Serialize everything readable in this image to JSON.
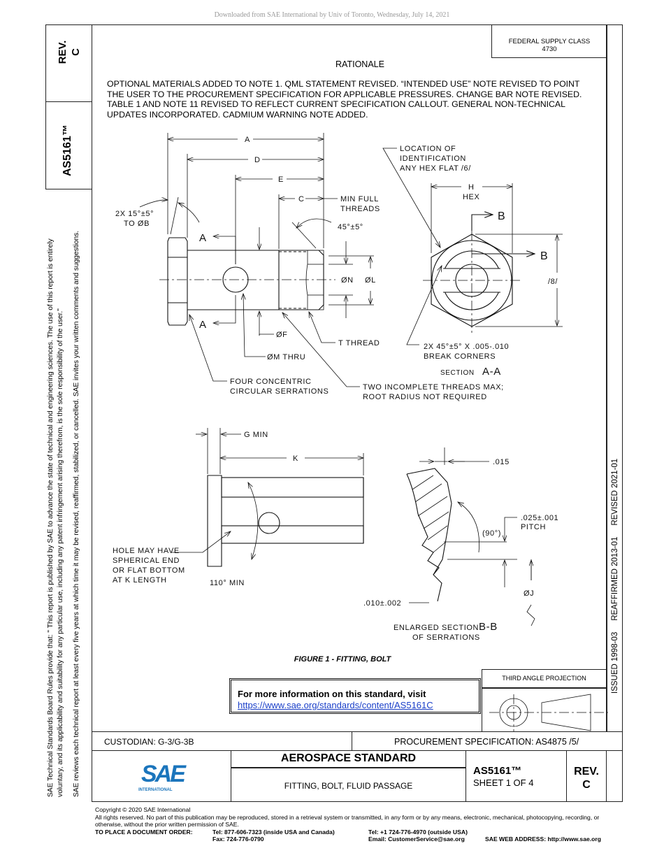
{
  "download_notice": "Downloaded from SAE International by Univ of Toronto, Wednesday, July 14, 2021",
  "left_column": {
    "rev_label": "REV.",
    "rev_value": "C",
    "doc_number": "AS5161™",
    "notice_line1": "SAE Technical Standards Board Rules provide that: \" This report is published by SAE to advance the state of technical and engineering sciences. The use of this report is entirely",
    "notice_line2": "voluntary, and its applicability and suitability for any particular use, including any patent infringement arising therefrom, is the sole responsibility of the user.\"",
    "notice_line3": "SAE reviews each technical report at least every five years at which time it may be revised, reaffirmed, stabilized, or cancelled. SAE invites your written comments and suggestions."
  },
  "federal_supply": {
    "label": "FEDERAL SUPPLY CLASS",
    "value": "4730"
  },
  "rationale": {
    "heading": "RATIONALE",
    "text": "OPTIONAL MATERIALS ADDED TO NOTE 1. QML STATEMENT REVISED. “INTENDED USE” NOTE REVISED TO POINT THE USER TO THE PROCUREMENT SPECIFICATION FOR APPLICABLE PRESSURES. CHANGE BAR NOTE REVISED. TABLE 1 AND NOTE 11 REVISED TO REFLECT CURRENT SPECIFICATION CALLOUT. GENERAL NON-TECHNICAL UPDATES INCORPORATED. CADMIUM WARNING NOTE ADDED."
  },
  "drawing_labels": {
    "a": "A",
    "d": "D",
    "e": "E",
    "c": "C",
    "min_full_1": "MIN FULL",
    "min_full_2": "THREADS",
    "angle_45": "45°±5°",
    "chamfer_1": "2X 15°±5°",
    "chamfer_2": "TO ØB",
    "section_a_top": "A",
    "section_a_bottom": "A",
    "dia_n": "ØN",
    "dia_l": "ØL",
    "dia_f": "ØF",
    "dia_m": "ØM THRU",
    "t_thread": "T THREAD",
    "serrations_1": "FOUR CONCENTRIC",
    "serrations_2": "CIRCULAR SERRATIONS",
    "incomplete_1": "TWO INCOMPLETE THREADS MAX;",
    "incomplete_2": "ROOT RADIUS NOT REQUIRED",
    "location_1": "LOCATION OF",
    "location_2": "IDENTIFICATION",
    "location_3": "ANY HEX FLAT /6/",
    "h": "H",
    "hex": "HEX",
    "b_top": "B",
    "b_right": "B",
    "note_8": "/8/",
    "break_1": "2X 45°±5° X .005-.010",
    "break_2": "BREAK CORNERS",
    "section_aa_prefix": "SECTION",
    "section_aa": "A-A",
    "g_min": "G MIN",
    "k": "K",
    "hole_1": "HOLE MAY HAVE",
    "hole_2": "SPHERICAL END",
    "hole_3": "OR FLAT BOTTOM",
    "hole_4": "AT K LENGTH",
    "angle_110": "110° MIN",
    "dim_015": ".015",
    "pitch_1": ".025±.001",
    "pitch_2": "PITCH",
    "angle_90": "(90°)",
    "dia_j": "ØJ",
    "dim_010": ".010±.002",
    "enlarged_1": "ENLARGED SECTION",
    "enlarged_bb": "B-B",
    "enlarged_2": "OF SERRATIONS"
  },
  "figure_caption": "FIGURE 1 - FITTING, BOLT",
  "info_box": {
    "text": "For more information on this standard, visit",
    "link": "https://www.sae.org/standards/content/AS5161C"
  },
  "projection": {
    "label": "THIRD ANGLE PROJECTION"
  },
  "history": "ISSUED 1998-03     REAFFIRMED 2013-01     REVISED 2021-01",
  "custodian": "CUSTODIAN: G-3/G-3B",
  "procurement": "PROCUREMENT SPECIFICATION: AS4875 /5/",
  "title_block": {
    "logo_text": "SAE",
    "logo_sub": "INTERNATIONAL",
    "heading": "AEROSPACE STANDARD",
    "title": "FITTING, BOLT, FLUID PASSAGE",
    "doc_number": "AS5161™",
    "sheet": "SHEET 1 OF 4",
    "rev_label": "REV.",
    "rev_value": "C",
    "brand_color": "#1b75bc"
  },
  "footer": {
    "copyright": "Copyright © 2020 SAE International",
    "rights": "All rights reserved. No part of this publication may be reproduced, stored in a retrieval system or transmitted, in any form or by any means, electronic, mechanical, photocopying, recording, or otherwise, without the prior written permission of SAE.",
    "order_label": "TO PLACE A DOCUMENT ORDER:",
    "tel_us": "Tel: 877-606-7323 (inside USA and Canada)",
    "fax": "Fax: 724-776-0790",
    "tel_intl": "Tel: +1 724-776-4970 (outside USA)",
    "email": "Email: CustomerService@sae.org",
    "web": "SAE WEB ADDRESS: http://www.sae.org"
  }
}
